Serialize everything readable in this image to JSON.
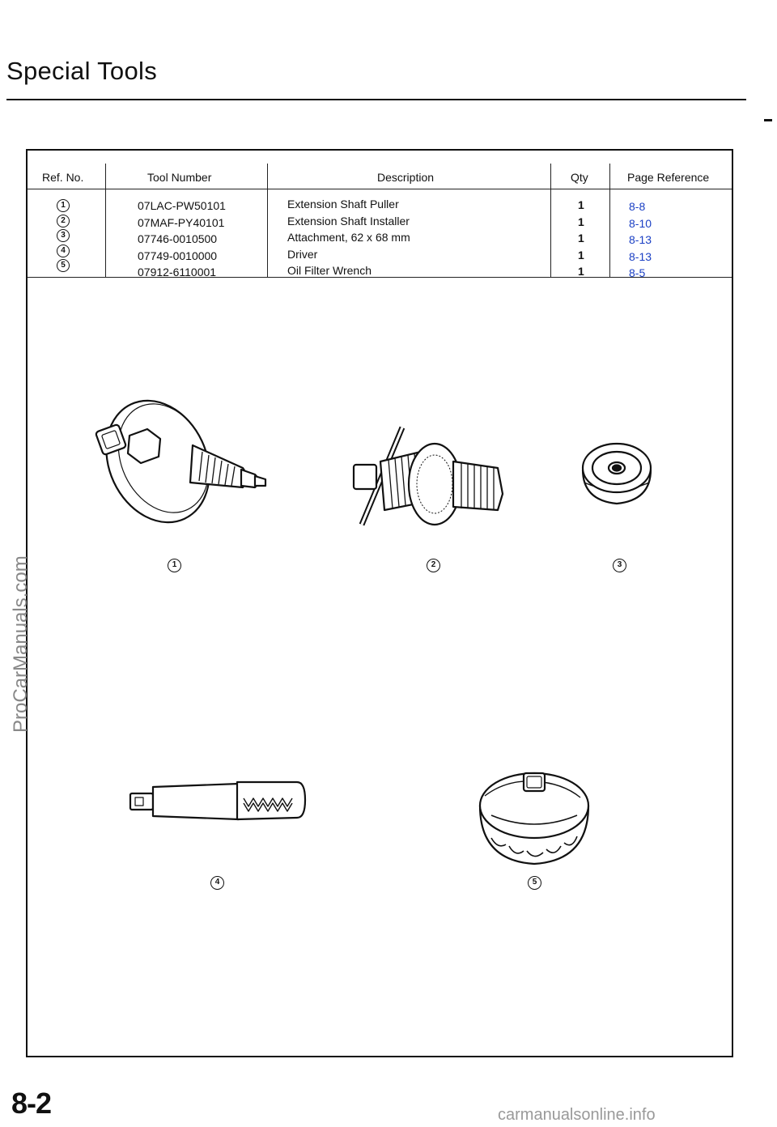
{
  "title": "Special Tools",
  "table": {
    "headers": {
      "ref_no": "Ref. No.",
      "tool_number": "Tool  Number",
      "description": "Description",
      "qty": "Qty",
      "page_reference": "Page Reference"
    },
    "rows": [
      {
        "ref": "1",
        "tool_number": "07LAC-PW50101",
        "description": "Extension Shaft Puller",
        "qty": "1",
        "page_ref": "8-8"
      },
      {
        "ref": "2",
        "tool_number": "07MAF-PY40101",
        "description": "Extension Shaft Installer",
        "qty": "1",
        "page_ref": "8-10"
      },
      {
        "ref": "3",
        "tool_number": "07746-0010500",
        "description": "Attachment, 62 x 68 mm",
        "qty": "1",
        "page_ref": "8-13"
      },
      {
        "ref": "4",
        "tool_number": "07749-0010000",
        "description": "Driver",
        "qty": "1",
        "page_ref": "8-13"
      },
      {
        "ref": "5",
        "tool_number": "07912-6110001",
        "description": "Oil  Filter Wrench",
        "qty": "1",
        "page_ref": "8-5"
      }
    ]
  },
  "callouts": [
    "1",
    "2",
    "3",
    "4",
    "5"
  ],
  "page_number": "8-2",
  "watermarks": {
    "left": "ProCarManuals.com",
    "bottom": "carmanualsonline.info"
  }
}
